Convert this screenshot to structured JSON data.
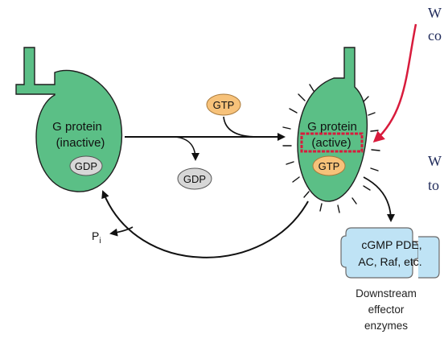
{
  "colors": {
    "protein_fill": "#5bbf86",
    "protein_stroke": "#1f1f1f",
    "gtp_fill": "#f7c27a",
    "gdp_fill": "#d7d7d7",
    "enzyme_fill": "#bfe3f5",
    "enzyme_stroke": "#6a6a6a",
    "highlight": "#d81b3c",
    "note_text": "#1f2a5a"
  },
  "inactive": {
    "line1": "G protein",
    "line2": "(inactive)",
    "nucleotide": "GDP"
  },
  "active": {
    "line1": "G protein",
    "line2": "(active)",
    "nucleotide": "GTP"
  },
  "incoming_nucleotide": "GTP",
  "released_nucleotide": "GDP",
  "phosphate": {
    "symbol": "P",
    "subscript": "i"
  },
  "enzyme": {
    "line1": "cGMP PDE,",
    "line2": "AC, Raf, etc.",
    "caption_line1": "Downstream",
    "caption_line2": "effector",
    "caption_line3": "enzymes"
  },
  "side_note": {
    "fragment1_a": "W",
    "fragment1_b": "co",
    "fragment2_a": "W",
    "fragment2_b": "to"
  }
}
